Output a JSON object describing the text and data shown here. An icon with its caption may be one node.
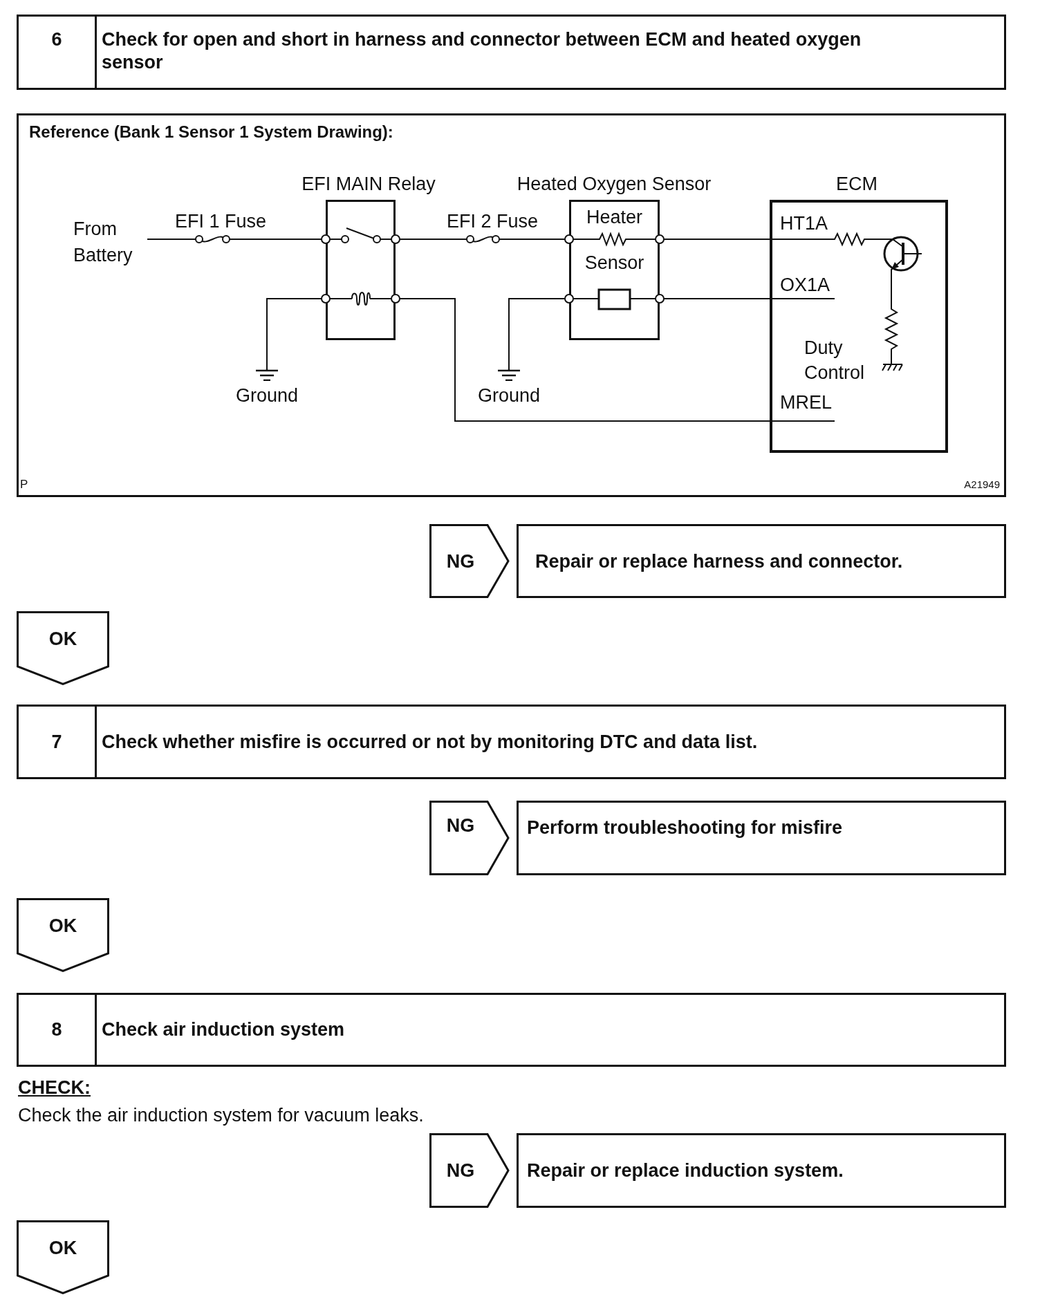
{
  "diagram": {
    "nodes": [
      {
        "text": [
          "6",
          "Check for open and short in harness and connector between ECM and heated oxygen sensor"
        ]
      },
      {
        "text": [
          "Reference (Bank 1 Sensor 1 System Drawing):"
        ]
      },
      {
        "text": [
          "From Battery"
        ],
        "in": 1
      },
      {
        "text": [],
        "shape": "box",
        "beside": [
          "EFI MAIN Relay"
        ],
        "in": 1
      },
      {
        "text": [
          "Ground"
        ],
        "in": 1
      },
      {
        "text": [
          "Heater",
          "Sensor"
        ],
        "beside": [
          "Heated Oxygen Sensor"
        ],
        "in": 1
      },
      {
        "text": [
          "Ground"
        ],
        "in": 1
      },
      {
        "text": [
          "HT1A",
          "OX1A",
          "Duty Control",
          "MREL"
        ],
        "beside": [
          "ECM"
        ],
        "in": 1
      },
      {
        "text": [
          "NG"
        ]
      },
      {
        "text": [
          "Repair or replace harness and connector."
        ]
      },
      {
        "text": [
          "OK"
        ]
      },
      {
        "text": [
          "7",
          "Check whether misfire is occurred or not by monitoring DTC and data list."
        ]
      },
      {
        "text": [
          "NG"
        ]
      },
      {
        "text": [
          "Perform troubleshooting for misfire"
        ]
      },
      {
        "text": [
          "OK"
        ]
      },
      {
        "text": [
          "8",
          "Check air induction system"
        ]
      },
      {
        "text": [
          "NG"
        ]
      },
      {
        "text": [
          "Repair or replace induction system."
        ]
      },
      {
        "text": [
          "OK"
        ]
      }
    ],
    "edges": [
      {
        "from": 2,
        "to": 3,
        "arrow": "none"
      },
      {
        "from": 3,
        "to": 5,
        "arrow": "none"
      },
      {
        "from": 3,
        "to": 4,
        "arrow": "none"
      },
      {
        "from": 3,
        "to": 7,
        "arrow": "none"
      },
      {
        "from": 5,
        "to": 6,
        "arrow": "none"
      },
      {
        "from": 5,
        "to": 7,
        "arrow": "none"
      },
      {
        "from": 5,
        "to": 7,
        "arrow": "none"
      }
    ],
    "labels": [
      "EFI 1 Fuse",
      "EFI 2 Fuse",
      "P",
      "A21949",
      "CHECK:",
      "Check the air induction system for vacuum leaks."
    ]
  }
}
